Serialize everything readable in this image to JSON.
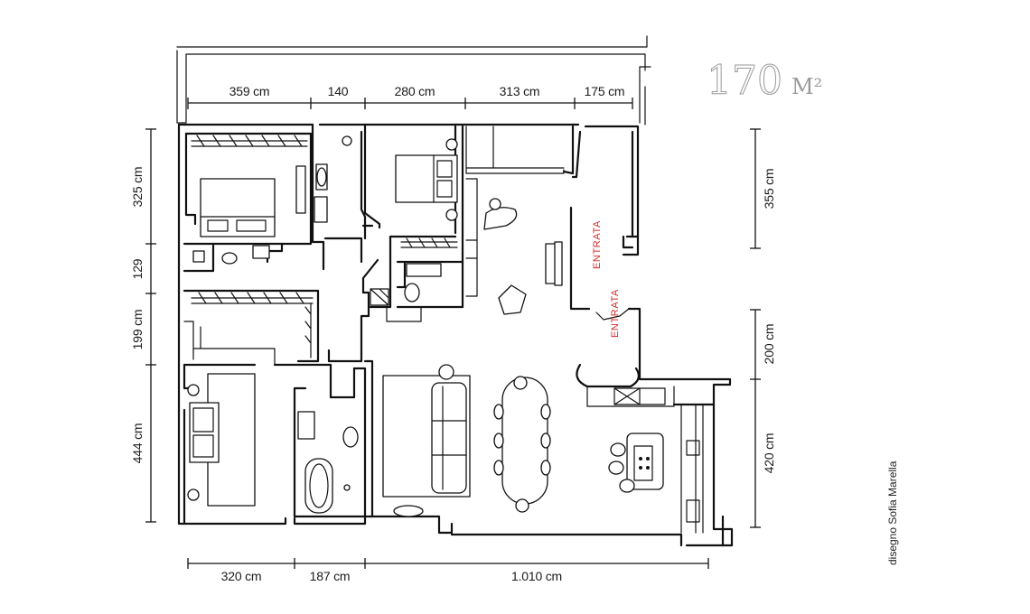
{
  "area": {
    "number": "170",
    "unit": "M²"
  },
  "credit": "disegno Sofia Marella",
  "entrance_labels": [
    "ENTRATA",
    "ENTRATA"
  ],
  "dimensions": {
    "top": [
      "359 cm",
      "140",
      "280 cm",
      "313 cm",
      "175 cm"
    ],
    "left": [
      "325 cm",
      "129",
      "199 cm",
      "444 cm"
    ],
    "right": [
      "355 cm",
      "200 cm",
      "420 cm"
    ],
    "bottom": [
      "320 cm",
      "187 cm",
      "1.010 cm"
    ]
  },
  "colors": {
    "walls": "#111111",
    "entrance": "#d22b2b",
    "area": "#9a9a9a"
  }
}
